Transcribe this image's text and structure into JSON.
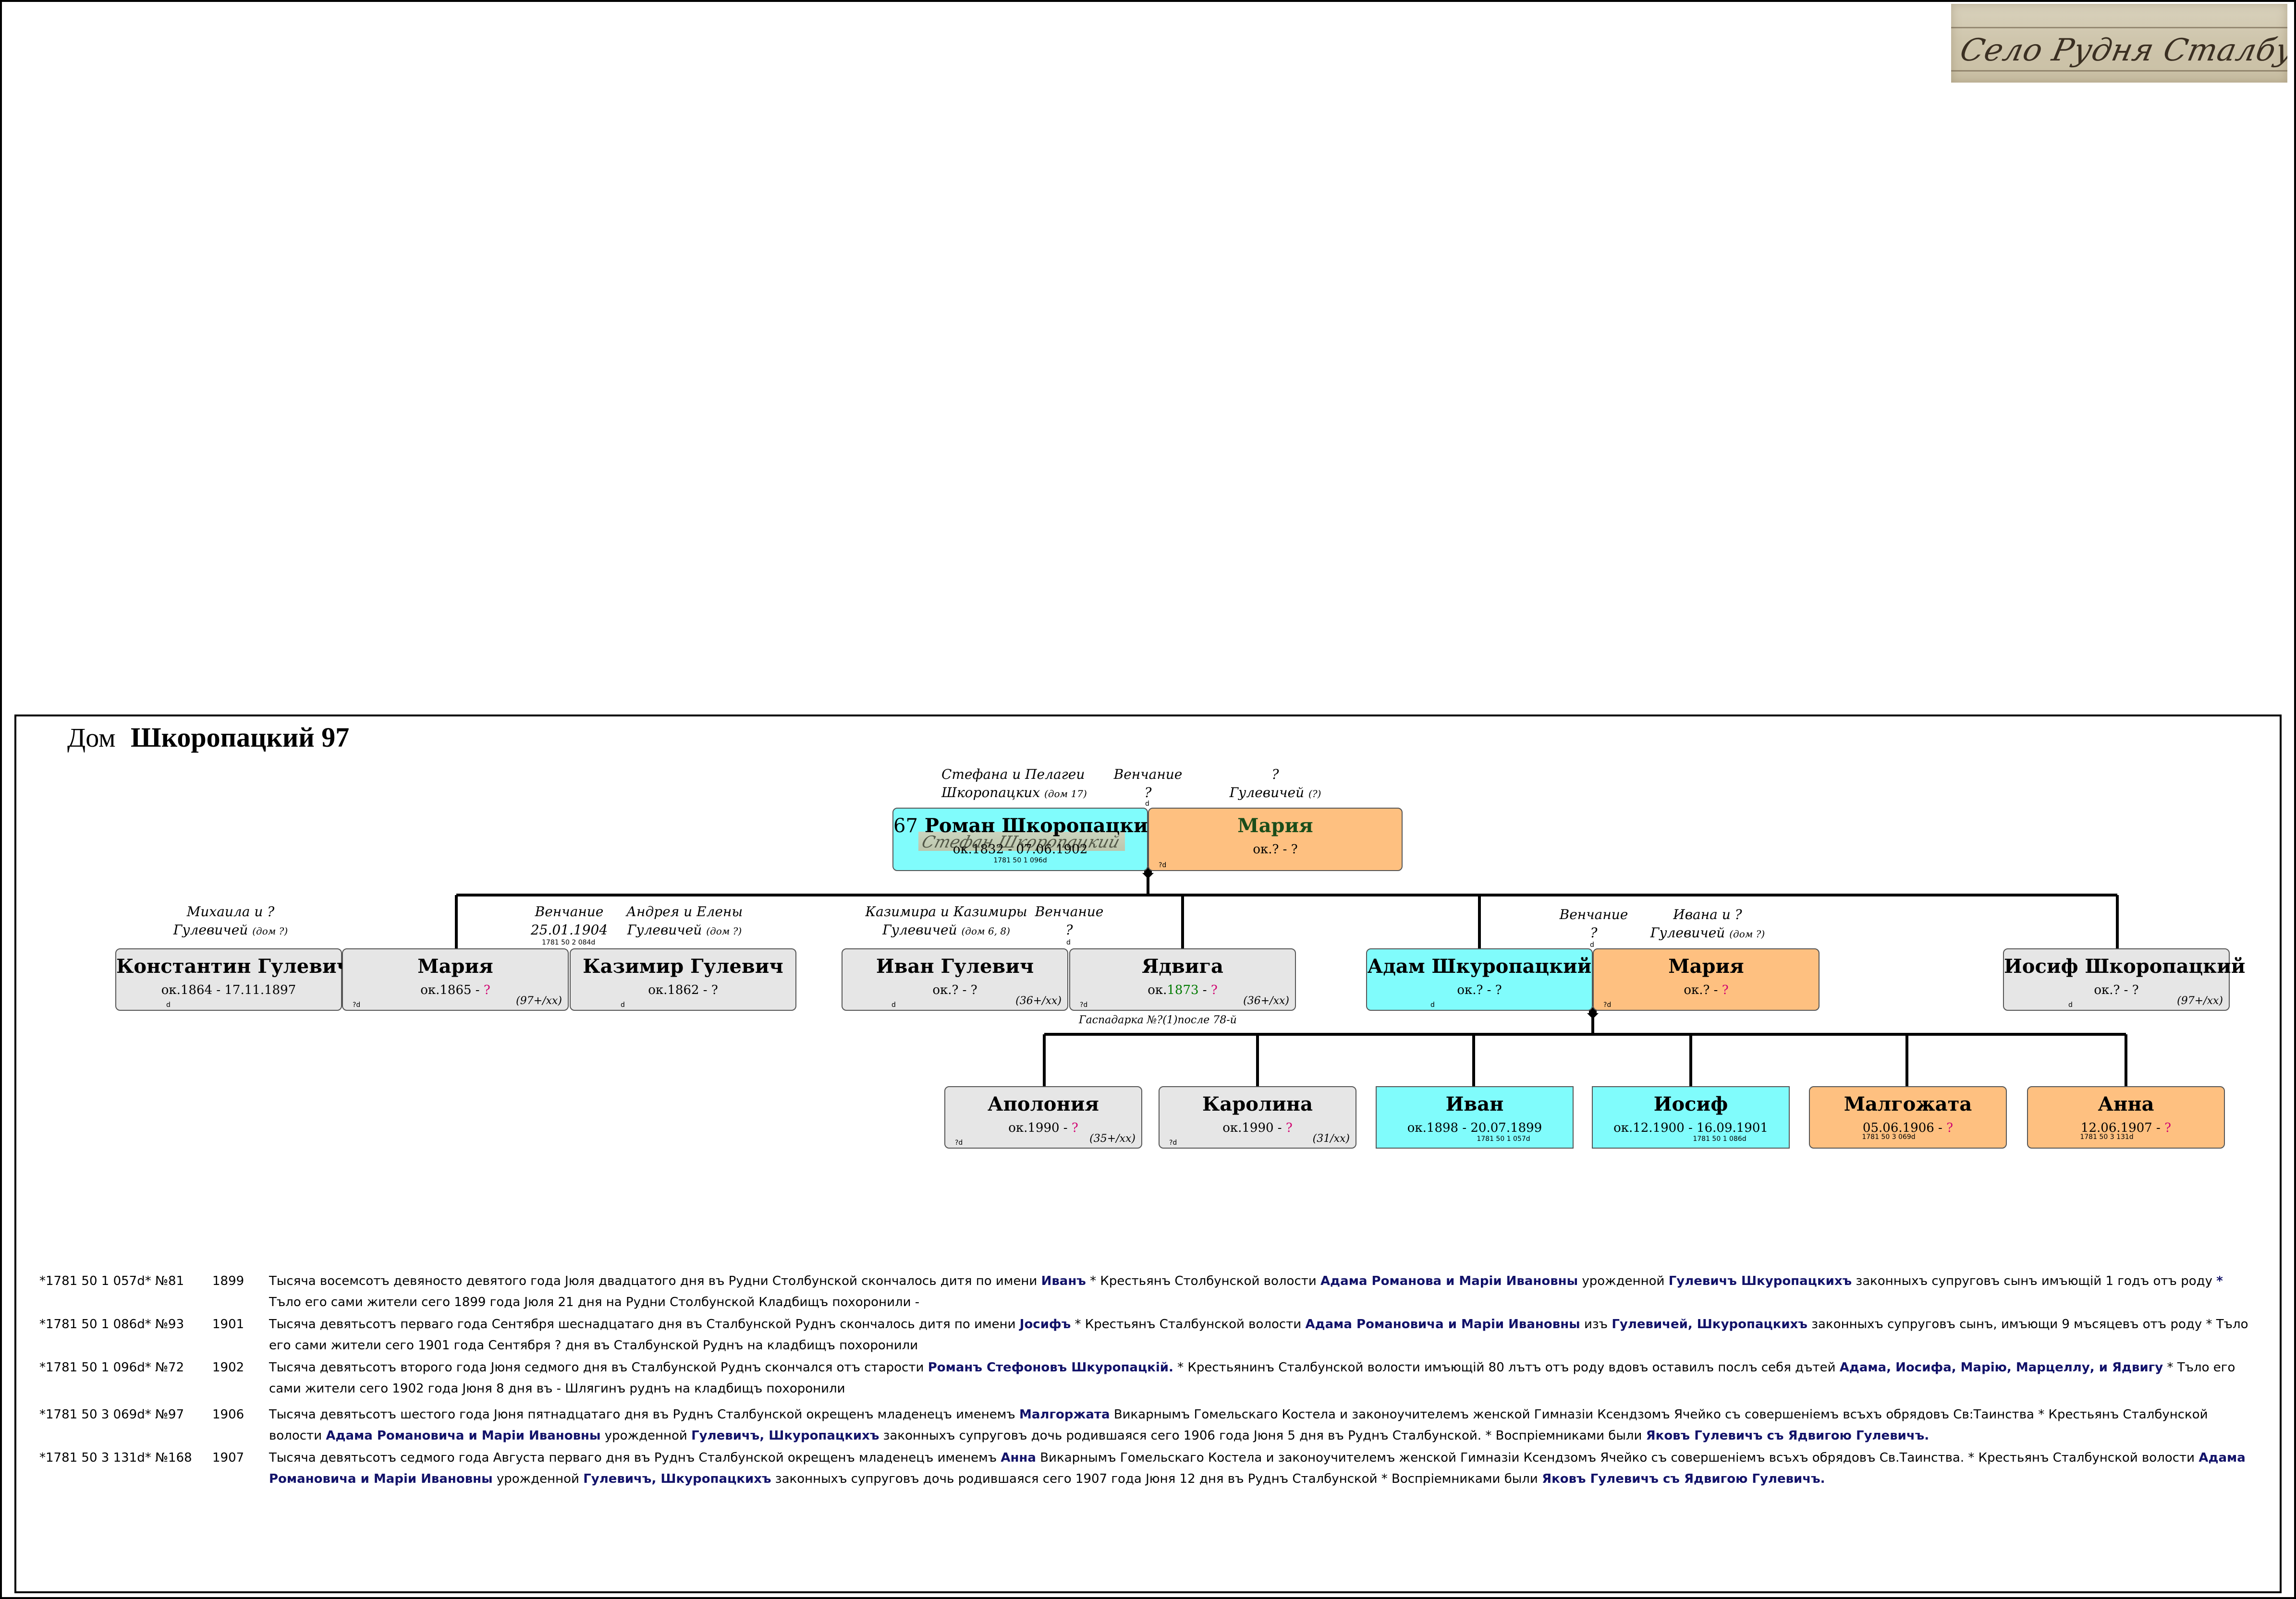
{
  "stamp": {
    "text": "Село Рудня Сталбунская"
  },
  "header": {
    "label": "Дом",
    "house": "Шкоропацкий 97"
  },
  "colors": {
    "grey": "#e6e6e6",
    "cyan": "#80fcfc",
    "orange": "#fec080",
    "line": "#000000",
    "unknown_mark": "#d0006f"
  },
  "notes": {
    "roman_parents_1": "Стефана и Пелагеи",
    "roman_parents_2": "Шкоропацких",
    "roman_parents_house": "(дом 17)",
    "roman_wedding": "Венчание",
    "roman_wedding_q": "?",
    "roman_wedding_mark": "d",
    "maria_parents_1": "?",
    "maria_parents_2": "Гулевичей",
    "maria_parents_house": "(?)",
    "konst_parents_1": "Михаила и ?",
    "konst_parents_2": "Гулевичей",
    "konst_parents_house": "(дом ?)",
    "maria2_wedding": "Венчание",
    "maria2_wedding_date": "25.01.1904",
    "maria2_wedding_ref": "1781 50 2 084d",
    "kazimir_parents_1": "Андрея и Елены",
    "kazimir_parents_2": "Гулевичей",
    "kazimir_parents_house": "(дом ?)",
    "ivan_parents_1": "Казимира и Казимиры",
    "ivan_parents_2": "Гулевичей",
    "ivan_parents_house": "(дом 6, 8)",
    "jadwiga_wedding": "Венчание",
    "jadwiga_wedding_q": "?",
    "jadwiga_wedding_mark": "d",
    "adam_wedding": "Венчание",
    "adam_wedding_q": "?",
    "adam_wedding_mark": "d",
    "maria3_parents_1": "Ивана и ?",
    "maria3_parents_2": "Гулевичей",
    "maria3_parents_house": "(дом ?)",
    "jadwiga_note": "Гаспадарка №?(1)после 78-й"
  },
  "people": {
    "roman": {
      "num": "67",
      "name": "Роман Шкоропацкий",
      "dates": "ок.1832 - 07.06.1902",
      "ref": "1781 50 1 096d"
    },
    "maria_r": {
      "name": "Мария",
      "dates": "ок.? - ?",
      "mark": "?d"
    },
    "konstantin": {
      "name": "Константин Гулевич",
      "dates": "ок.1864 - 17.11.1897",
      "mark": "d"
    },
    "maria_k": {
      "name": "Мария",
      "dates_a": "ок.1865 - ",
      "dates_q": "?",
      "mark": "?d",
      "count": "(97+/xx)"
    },
    "kazimir": {
      "name": "Казимир Гулевич",
      "dates": "ок.1862 - ?",
      "mark": "d"
    },
    "ivan_g": {
      "name": "Иван Гулевич",
      "dates": "ок.? - ?",
      "mark": "d",
      "count": "(36+/xx)"
    },
    "jadwiga": {
      "name": "Ядвига",
      "dates_a": "ок.",
      "dates_y": "1873",
      "dates_b": " - ",
      "dates_q": "?",
      "mark": "?d",
      "count": "(36+/xx)"
    },
    "adam": {
      "name": "Адам Шкуропацкий",
      "dates": "ок.? - ?",
      "mark": "d"
    },
    "maria_a": {
      "name": "Мария",
      "dates_a": "ок.? - ",
      "dates_q": "?",
      "mark": "?d"
    },
    "josif_s": {
      "name": "Иосиф Шкоропацкий",
      "dates": "ок.? - ?",
      "mark": "d",
      "count": "(97+/xx)"
    },
    "apolonia": {
      "name": "Аполония",
      "dates_a": "ок.1990 - ",
      "dates_q": "?",
      "mark": "?d",
      "count": "(35+/xx)"
    },
    "karolina": {
      "name": "Каролина",
      "dates_a": "ок.1990 - ",
      "dates_q": "?",
      "mark": "?d",
      "count": "(31/xx)"
    },
    "ivan_c": {
      "name": "Иван",
      "dates": "ок.1898 - 20.07.1899",
      "ref": "1781 50 1 057d"
    },
    "josif_c": {
      "name": "Иосиф",
      "dates": "ок.12.1900 - 16.09.1901",
      "ref": "1781 50 1 086d"
    },
    "malgozhata": {
      "name": "Малгожата",
      "dates_a": "05.06.1906 - ",
      "dates_q": "?",
      "ref": "1781 50 3 069d"
    },
    "anna": {
      "name": "Анна",
      "dates_a": "12.06.1907 - ",
      "dates_q": "?",
      "ref": "1781 50 3 131d"
    }
  },
  "records": [
    {
      "id": "*1781 50 1 057d* №81",
      "year": "1899",
      "t1": "Тысяча восемсотъ девяносто девятого года Jюля двадцатого дня въ Рудни Столбунской скончалось дитя по имени ",
      "b1": "Иванъ",
      "t2": " * Крестьянъ Столбунской волости ",
      "b2": "Адама Романова и Маріи Ивановны",
      "t3": " урожденной ",
      "b3": "Гулевичъ Шкуропацкихъ",
      "t4": " законныхъ супруговъ сынъ имъющій 1 годъ отъ роду ",
      "b4": "*",
      "t5": " Тъло его сами жители сего 1899 года Jюля 21 дня на Рудни Столбунской Кладбищъ похоронили -"
    },
    {
      "id": "*1781 50 1 086d* №93",
      "year": "1901",
      "t1": "Тысяча девятьсотъ перваго года Сентября шеснадцатаго дня въ Сталбунской Руднъ скончалось дитя по имени ",
      "b1": "Jосифъ",
      "t2": " * Крестьянъ Сталбунской волости ",
      "b2": "Адама Романовича и Маріи Ивановны",
      "t3": " изъ ",
      "b3": "Гулевичей, Шкуропацкихъ",
      "t4": " законныхъ супруговъ сынъ, имъющи 9 мъсяцевъ отъ роду * Тъло его сами жители сего 1901 года Сентября ? дня въ Сталбунской Руднъ на кладбищъ похоронили",
      "b4": "",
      "t5": ""
    },
    {
      "id": "*1781 50 1 096d* №72",
      "year": "1902",
      "t1": "Тысяча девятьсотъ второго года Jюня седмого дня въ Сталбунской Руднъ скончался отъ старости ",
      "b1": "Романъ Стефоновъ Шкуропацкій.",
      "t2": " * Крестьянинъ Сталбунской волости имъющій 80 лътъ отъ роду вдовъ оставилъ послъ себя дътей ",
      "b2": "Адама, Иосифа, Марію, Марцеллу, и Ядвигу",
      "t3": " * Тъло его сами жители сего 1902 года Jюня 8 дня въ - Шлягинъ руднъ на кладбищъ похоронили",
      "b3": "",
      "t4": "",
      "b4": "",
      "t5": ""
    },
    {
      "id": "*1781 50 3 069d* №97",
      "year": "1906",
      "t1": "Тысяча девятьсотъ шестого года Jюня пятнадцатаго дня въ Руднъ Сталбунской окрещенъ младенецъ именемъ ",
      "b1": "Малгоржата",
      "t2": " Викарнымъ Гомельскаго Костела и законоучителемъ женской Гимназіи Ксендзомъ Ячейко съ совершеніемъ всъхъ обрядовъ Св:Таинства * Крестьянъ Сталбунской волости ",
      "b2": "Адама Романовича и Маріи Ивановны",
      "t3": " урожденной ",
      "b3": "Гулевичъ, Шкуропацкихъ",
      "t4": " законныхъ супруговъ дочь родившаяся сего 1906 года Jюня 5 дня въ Руднъ Сталбунской. * Воспріемниками были ",
      "b4": "Яковъ Гулевичъ съ Ядвигою Гулевичъ.",
      "t5": ""
    },
    {
      "id": "*1781 50 3 131d* №168",
      "year": "1907",
      "t1": "Тысяча девятьсотъ седмого года Августа перваго дня въ Руднъ Сталбунской окрещенъ младенецъ именемъ ",
      "b1": "Анна",
      "t2": " Викарнымъ Гомельскаго Костела и законоучителемъ женской Гимназіи Ксендзомъ Ячейко съ совершеніемъ всъхъ обрядовъ Св.Таинства. * Крестьянъ Сталбунской волости ",
      "b2": "Адама Романовича и Маріи Ивановны",
      "t3": " урожденной ",
      "b3": "Гулевичъ, Шкуропацкихъ",
      "t4": " законныхъ супруговъ дочь родившаяся сего 1907 года Jюня 12 дня въ Руднъ Сталбунской * Воспріемниками были ",
      "b4": "Яковъ Гулевичъ съ Ядвигою Гулевичъ.",
      "t5": ""
    }
  ]
}
